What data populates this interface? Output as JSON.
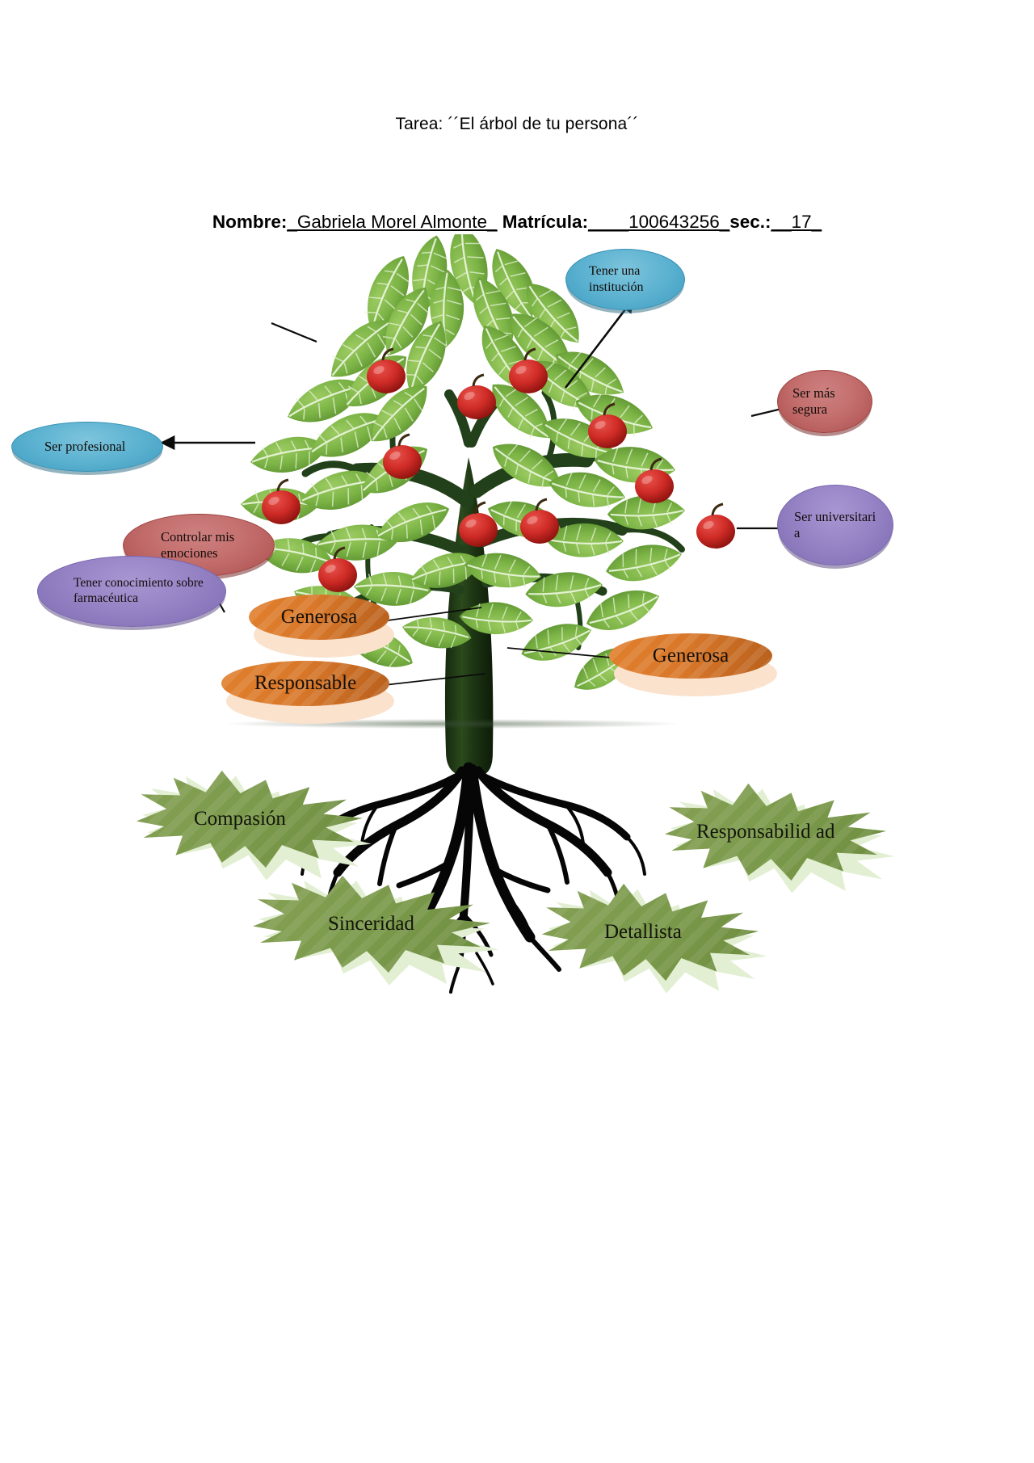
{
  "document": {
    "title_label": "Tarea: ´´El árbol de tu persona´´",
    "fields": {
      "name_label": "Nombre",
      "name_separator": ":",
      "name_value": "_Gabriela Morel Almonte_",
      "matricula_label": "Matrícula",
      "matricula_separator": ":",
      "matricula_value": "____100643256_",
      "sec_label": "sec.:",
      "sec_value": "__17_"
    }
  },
  "diagram": {
    "goal_bubbles": [
      {
        "id": "controlar-emociones",
        "text": "Controlar mis emociones",
        "color_name": "red",
        "color": "#c4706f"
      },
      {
        "id": "tener-institucion",
        "text": "Tener una institución",
        "color_name": "blue",
        "color": "#5fb4d2"
      },
      {
        "id": "ser-profesional",
        "text": "Ser profesional",
        "color_name": "blue",
        "color": "#5fb4d2"
      },
      {
        "id": "ser-mas-segura",
        "text": "Ser más segura",
        "color_name": "red",
        "color": "#c4706f"
      },
      {
        "id": "conocimiento-farmaceutica",
        "text": "Tener conocimiento sobre farmacéutica",
        "color_name": "purple",
        "color": "#9684c6"
      },
      {
        "id": "ser-universitaria",
        "text": "Ser universitari a",
        "color_name": "purple",
        "color": "#9684c6"
      }
    ],
    "trait_ovals": [
      {
        "id": "generosa-left",
        "text": "Generosa",
        "color_name": "orange",
        "color": "#d9782a"
      },
      {
        "id": "responsable",
        "text": "Responsable",
        "color_name": "orange",
        "color": "#d9782a"
      },
      {
        "id": "generosa-right",
        "text": "Generosa",
        "color_name": "orange",
        "color": "#d9782a"
      }
    ],
    "root_bursts": [
      {
        "id": "compasion",
        "text": "Compasión",
        "color_name": "green",
        "color": "#7b9a4b"
      },
      {
        "id": "responsabilidad",
        "text": "Responsabilid ad",
        "color_name": "green",
        "color": "#7b9a4b"
      },
      {
        "id": "sinceridad",
        "text": "Sinceridad",
        "color_name": "green",
        "color": "#7b9a4b"
      },
      {
        "id": "detallista",
        "text": "Detallista",
        "color_name": "green",
        "color": "#7b9a4b"
      }
    ],
    "artwork": {
      "name": "tree-illustration",
      "description": "apple-tree-with-roots"
    }
  }
}
